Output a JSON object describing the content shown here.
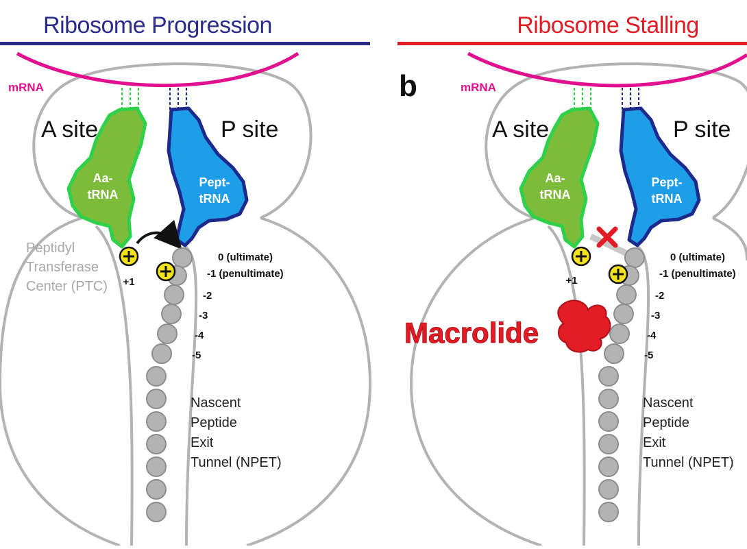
{
  "panels": [
    {
      "title": "Ribosome Progression",
      "title_color": "#2b2b8a",
      "panel_letter": "",
      "mrna_label": "mRNA",
      "a_site_label": "A site",
      "p_site_label": "P site",
      "aa_trna_label_line1": "Aa-",
      "aa_trna_label_line2": "tRNA",
      "pept_trna_label_line1": "Pept-",
      "pept_trna_label_line2": "tRNA",
      "ptc_label_line1": "Peptidyl",
      "ptc_label_line2": "Transferase",
      "ptc_label_line3": "Center (PTC)",
      "plus_one_label": "+1",
      "positions": [
        "0 (ultimate)",
        "-1 (penultimate)",
        "-2",
        "-3",
        "-4",
        "-5"
      ],
      "tunnel_label": [
        "Nascent",
        "Peptide",
        "Exit",
        "Tunnel (NPET)"
      ],
      "transfer_arrow": "curved-arrow-icon"
    },
    {
      "title": "Ribosome Stalling",
      "title_color": "#e21c24",
      "panel_letter": "b",
      "mrna_label": "mRNA",
      "a_site_label": "A site",
      "p_site_label": "P site",
      "aa_trna_label_line1": "Aa-",
      "aa_trna_label_line2": "tRNA",
      "pept_trna_label_line1": "Pept-",
      "pept_trna_label_line2": "tRNA",
      "plus_one_label": "+1",
      "positions": [
        "0 (ultimate)",
        "-1 (penultimate)",
        "-2",
        "-3",
        "-4",
        "-5"
      ],
      "tunnel_label": [
        "Nascent",
        "Peptide",
        "Exit",
        "Tunnel (NPET)"
      ],
      "drug_label": "Macrolide",
      "block_icon": "red-x-icon"
    }
  ],
  "colors": {
    "aa_trna_fill": "#7dbb3a",
    "aa_trna_outline": "#2fd14a",
    "pept_trna_fill": "#1e9ee8",
    "pept_trna_outline": "#1c2a8c",
    "mrna": "#e0108f",
    "ribosome_outline": "#b3b3b3",
    "peptide_bead": "#b3b3b3",
    "plus_charge": "#f3e21a",
    "macrolide": "#e21c24"
  }
}
